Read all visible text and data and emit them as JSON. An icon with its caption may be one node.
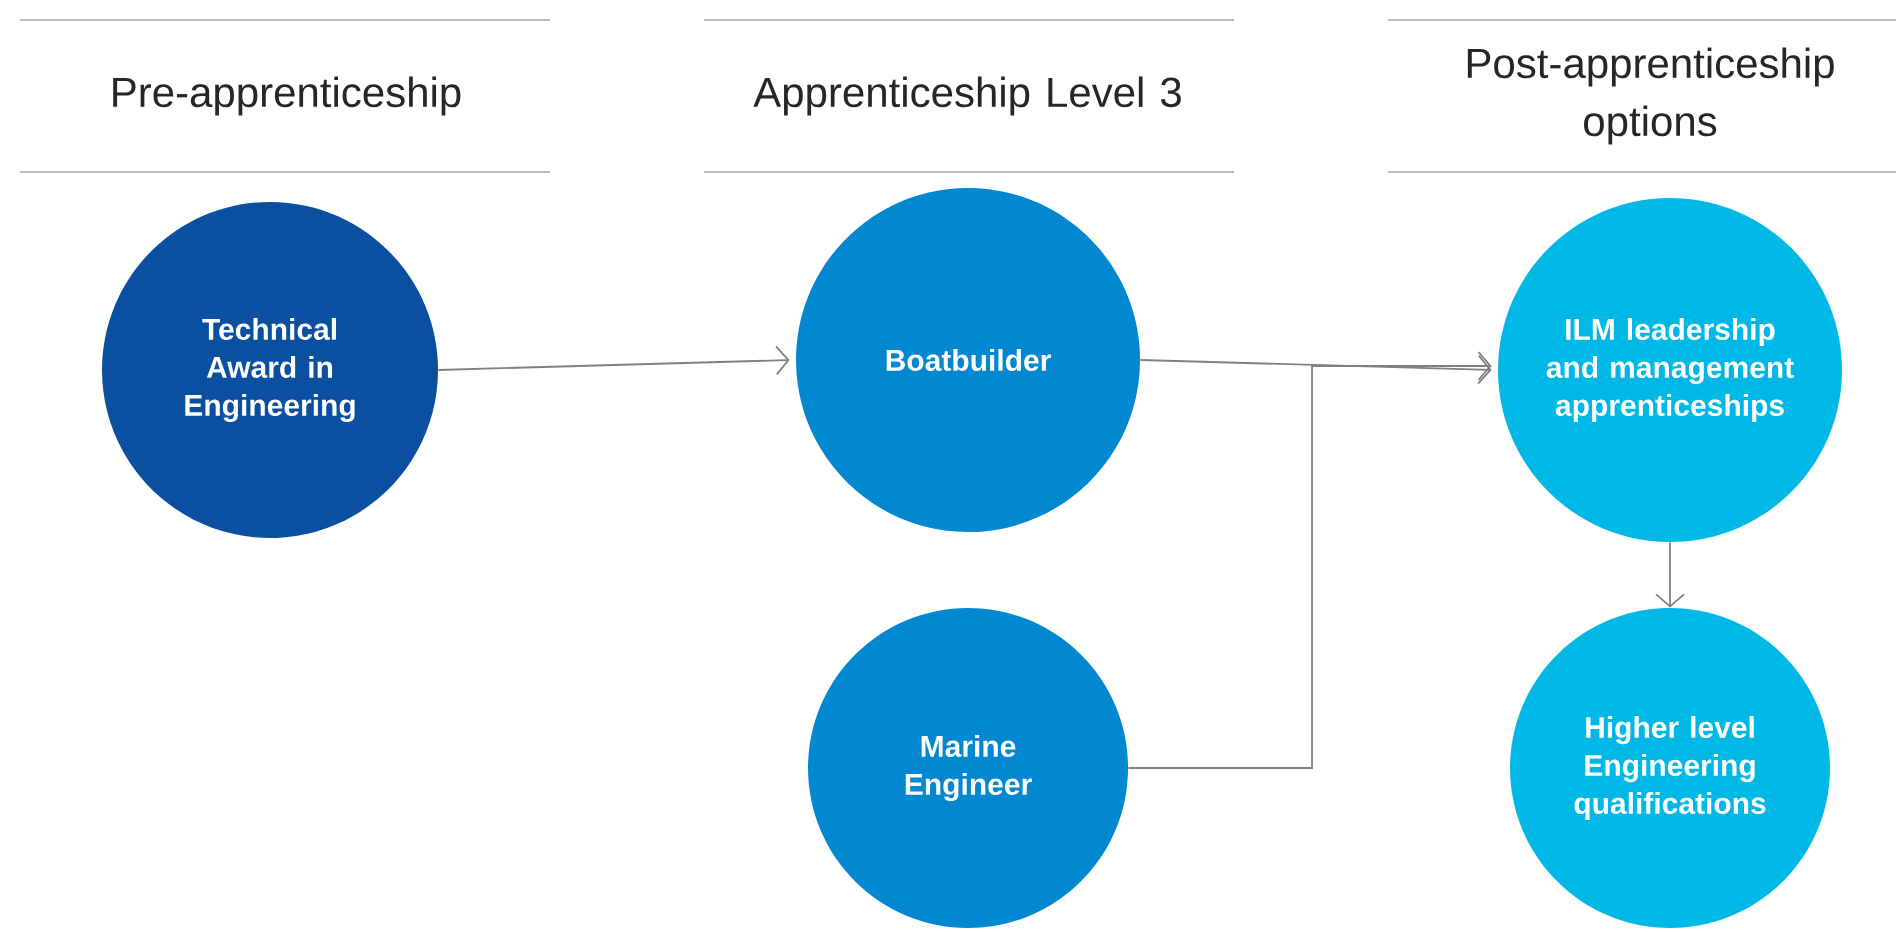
{
  "diagram": {
    "nodes": [
      {
        "text": [
          "Technical Award in Engineering"
        ]
      },
      {
        "text": [
          "Boatbuilder"
        ]
      },
      {
        "text": [
          "Marine Engineer"
        ]
      },
      {
        "text": [
          "ILM leadership and management apprenticeships"
        ]
      },
      {
        "text": [
          "Higher level Engineering qualifications"
        ]
      }
    ],
    "edges": [
      {
        "from": 0,
        "to": 1,
        "arrow": "to"
      },
      {
        "from": 1,
        "to": 3,
        "arrow": "to"
      },
      {
        "from": 2,
        "to": 3,
        "arrow": "to"
      },
      {
        "from": 3,
        "to": 4,
        "arrow": "to"
      }
    ],
    "labels": [
      "Pre-apprenticeship",
      "Apprenticeship Level 3",
      "Post-apprenticeship options"
    ]
  }
}
